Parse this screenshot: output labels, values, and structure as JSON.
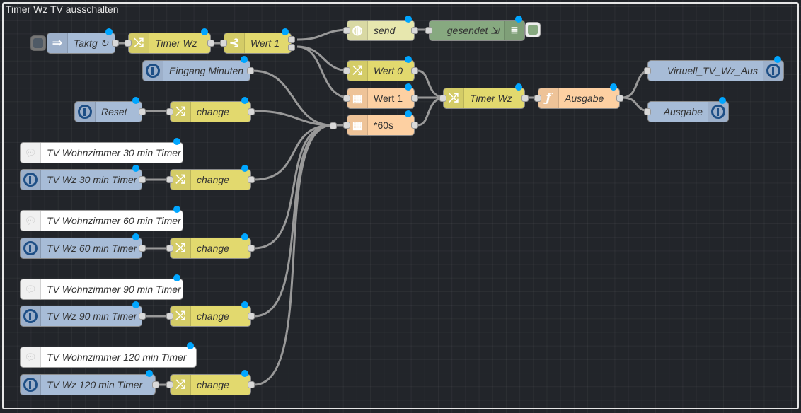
{
  "group": {
    "label": "Timer Wz TV ausschalten"
  },
  "colors": {
    "canvas": "#22252a",
    "ioBroker": "#a7bcd7",
    "change": "#e2d96e",
    "function": "#fdd0a2",
    "debug": "#87a980",
    "changed_dot": "#00a6ff",
    "wire": "#999999"
  },
  "nodes": {
    "inject_taktg": {
      "label": "Taktg ↻",
      "icon": "arrow-right-icon",
      "type": "inject"
    },
    "change_timer_wz_1": {
      "label": "Timer Wz",
      "icon": "shuffle-icon",
      "type": "change"
    },
    "switch_wert1": {
      "label": "Wert 1",
      "icon": "switch-icon",
      "type": "switch"
    },
    "http_send": {
      "label": "send",
      "icon": "globe-icon",
      "type": "http request"
    },
    "debug_gesendet": {
      "label": "gesendet ⇲",
      "icon": "list-icon",
      "type": "debug"
    },
    "in_eingang_minuten": {
      "label": "Eingang Minuten",
      "icon": "iobroker-icon",
      "type": "ioBroker in"
    },
    "change_wert0": {
      "label": "Wert 0",
      "icon": "shuffle-icon",
      "type": "change"
    },
    "calc_wert1": {
      "label": "Wert 1",
      "icon": "calculator-icon",
      "type": "calculator"
    },
    "calc_60s": {
      "label": "*60s",
      "icon": "calculator-icon",
      "type": "calculator"
    },
    "change_timer_wz_2": {
      "label": "Timer Wz",
      "icon": "shuffle-icon",
      "type": "change"
    },
    "func_ausgabe": {
      "label": "Ausgabe",
      "icon": "function-icon",
      "type": "function"
    },
    "out_virtuell": {
      "label": "Virtuell_TV_Wz_Aus",
      "icon": "iobroker-icon",
      "type": "ioBroker out"
    },
    "out_ausgabe": {
      "label": "Ausgabe",
      "icon": "iobroker-icon",
      "type": "ioBroker out"
    },
    "in_reset": {
      "label": "Reset",
      "icon": "iobroker-icon",
      "type": "ioBroker in"
    },
    "change_reset": {
      "label": "change",
      "icon": "shuffle-icon",
      "type": "change"
    },
    "comment_30": {
      "label": "TV Wohnzimmer 30 min Timer",
      "icon": "comment-icon",
      "type": "comment"
    },
    "in_30": {
      "label": "TV Wz 30 min Timer",
      "icon": "iobroker-icon",
      "type": "ioBroker in"
    },
    "change_30": {
      "label": "change",
      "icon": "shuffle-icon",
      "type": "change"
    },
    "comment_60": {
      "label": "TV Wohnzimmer 60 min Timer",
      "icon": "comment-icon",
      "type": "comment"
    },
    "in_60": {
      "label": "TV Wz 60 min Timer",
      "icon": "iobroker-icon",
      "type": "ioBroker in"
    },
    "change_60": {
      "label": "change",
      "icon": "shuffle-icon",
      "type": "change"
    },
    "comment_90": {
      "label": "TV Wohnzimmer 90 min Timer",
      "icon": "comment-icon",
      "type": "comment"
    },
    "in_90": {
      "label": "TV Wz 90 min Timer",
      "icon": "iobroker-icon",
      "type": "ioBroker in"
    },
    "change_90": {
      "label": "change",
      "icon": "shuffle-icon",
      "type": "change"
    },
    "comment_120": {
      "label": "TV Wohnzimmer 120 min Timer",
      "icon": "comment-icon",
      "type": "comment"
    },
    "in_120": {
      "label": "TV Wz 120 min Timer",
      "icon": "iobroker-icon",
      "type": "ioBroker in"
    },
    "change_120": {
      "label": "change",
      "icon": "shuffle-icon",
      "type": "change"
    }
  }
}
